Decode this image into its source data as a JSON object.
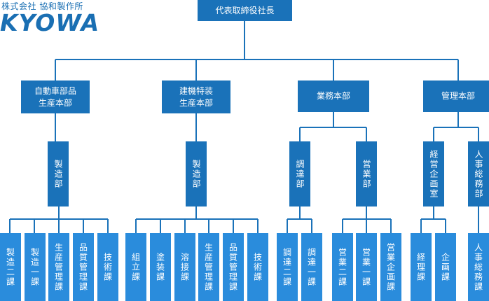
{
  "logo": {
    "subtitle": "株式会社 協和製作所",
    "name": "KYOWA"
  },
  "ceo": "代表取締役社長",
  "divisions": [
    "自動車部品\n生産本部",
    "建機特装\n生産本部",
    "業務本部",
    "管理本部"
  ],
  "departments": [
    "製造部",
    "製造部",
    "調達部",
    "営業部",
    "経営企画室",
    "人事総務部"
  ],
  "sections": [
    "製造二課",
    "製造一課",
    "生産管理課",
    "品質管理課",
    "技術課",
    "組立課",
    "塗装課",
    "溶接課",
    "生産管理課",
    "品質管理課",
    "技術課",
    "調達二課",
    "調達一課",
    "営業二課",
    "営業一課",
    "営業企画課",
    "経理課",
    "企画課",
    "人事総務課"
  ],
  "colors": {
    "box": "#1a72b9",
    "leaf": "#2a8cdc",
    "line": "#1a72b9",
    "logo": "#1a6fb3"
  }
}
